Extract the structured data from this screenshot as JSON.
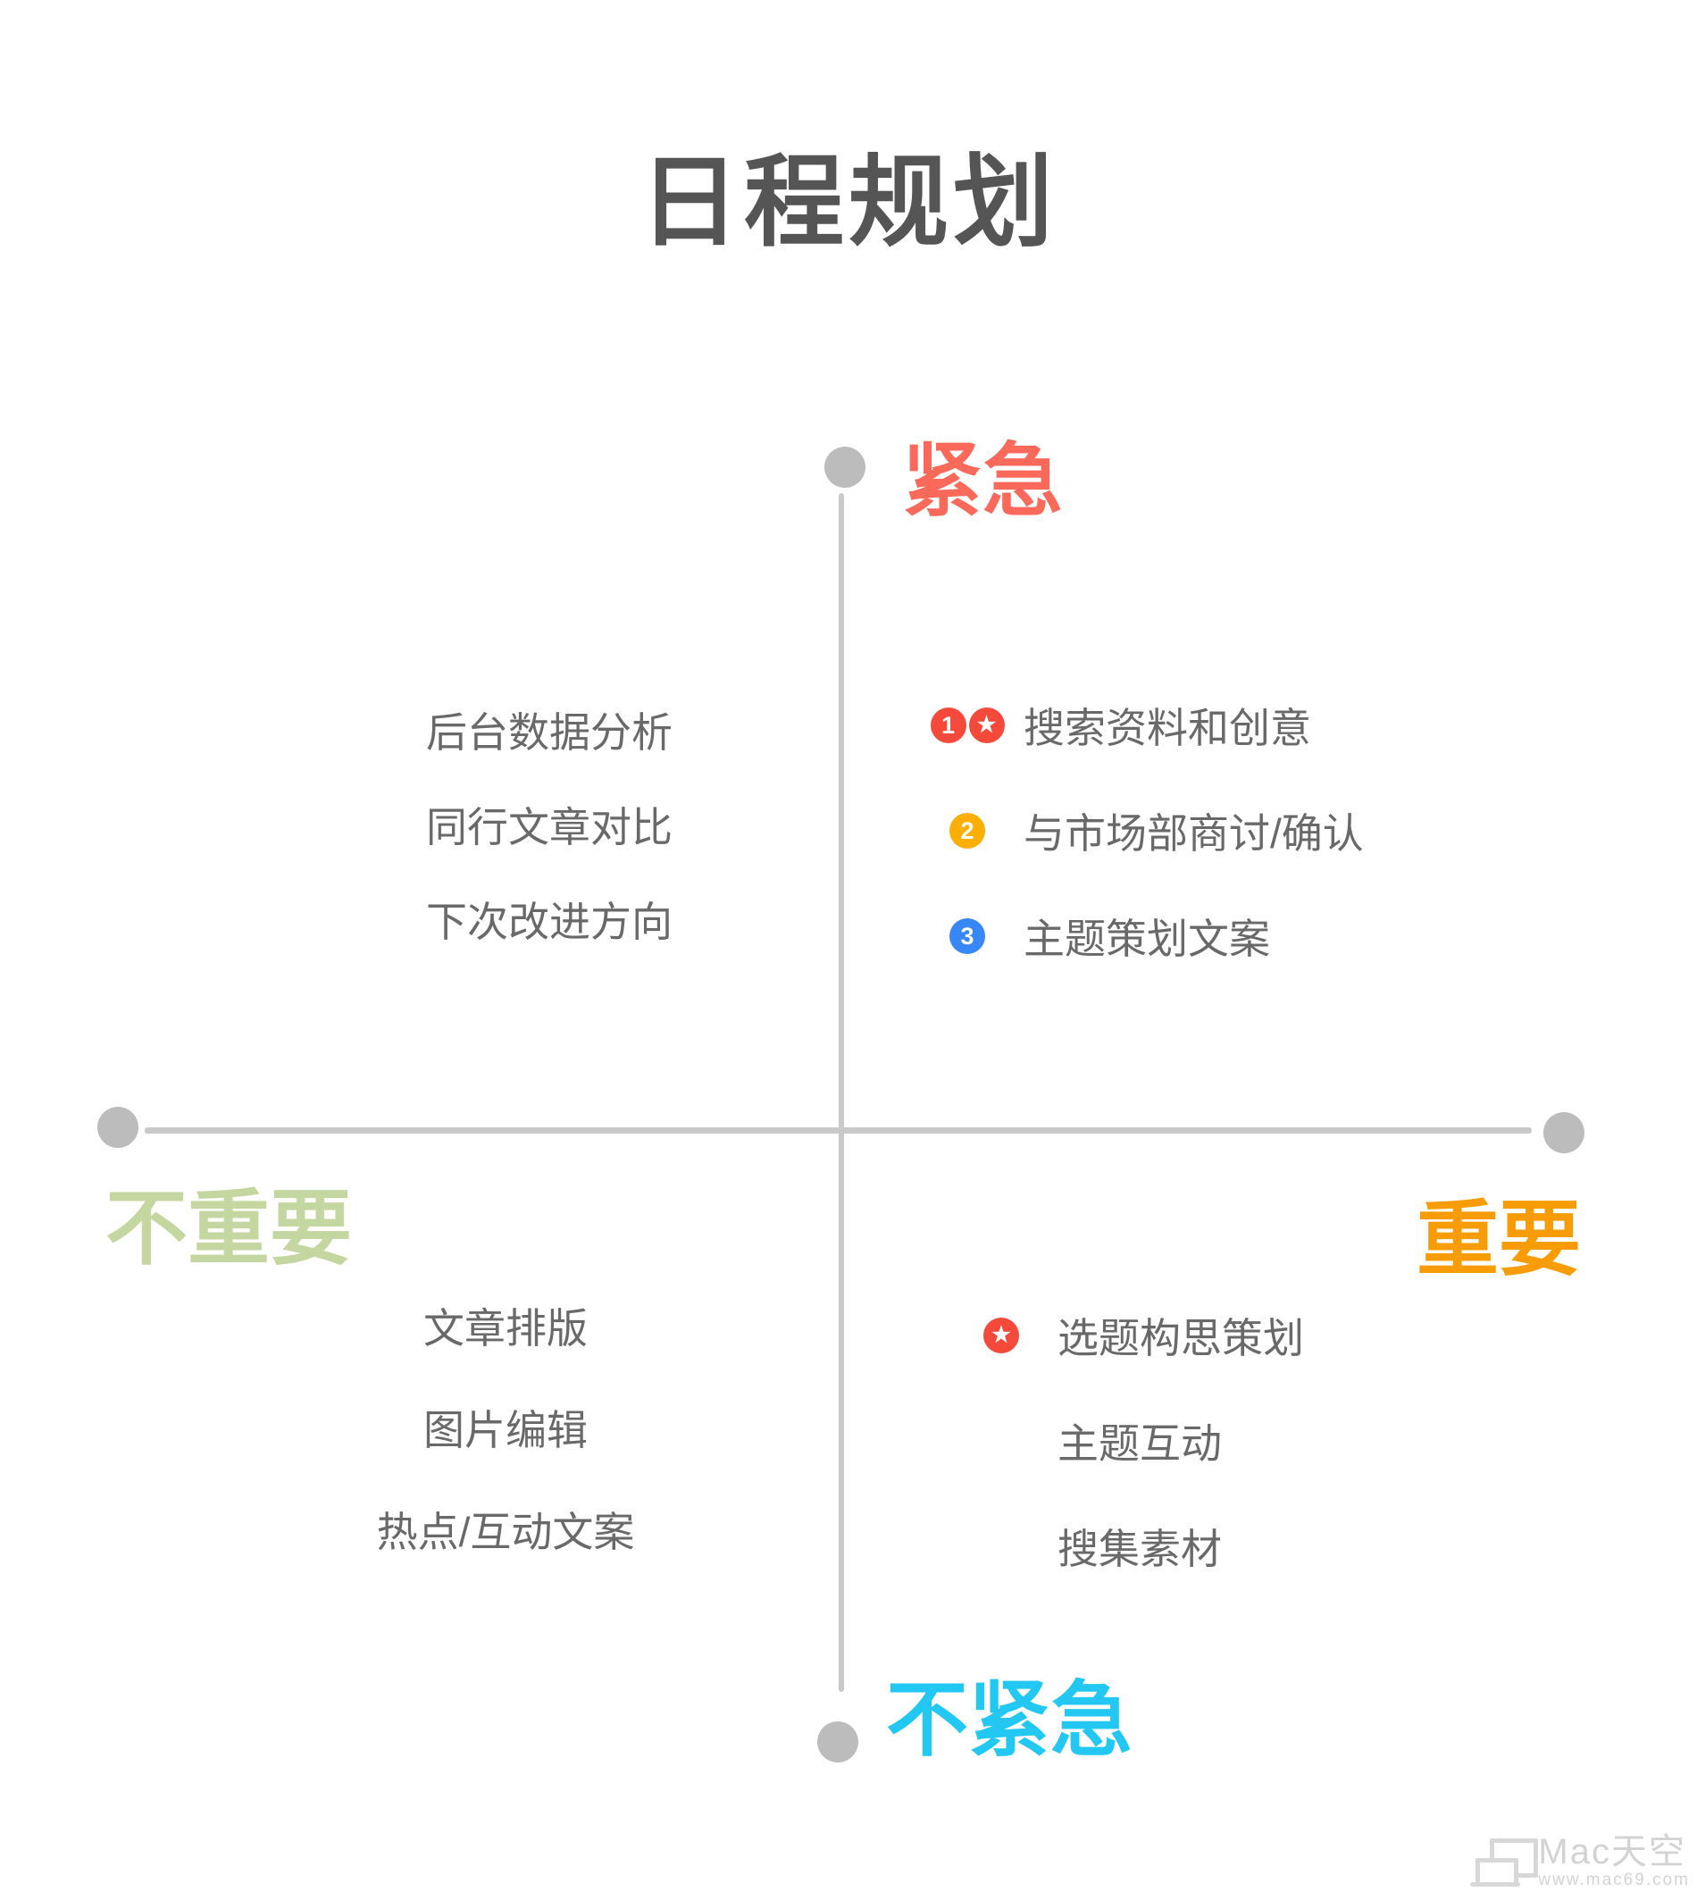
{
  "title": "日程规划",
  "axes": {
    "top": {
      "label": "紧急",
      "color": "#fa695a"
    },
    "bottom": {
      "label": "不紧急",
      "color": "#22c7f2"
    },
    "left": {
      "label": "不重要",
      "color": "#c5d7a1"
    },
    "right": {
      "label": "重要",
      "color": "#f89c06"
    }
  },
  "quadrants": {
    "top_left": {
      "items": [
        {
          "text": "后台数据分析"
        },
        {
          "text": "同行文章对比"
        },
        {
          "text": "下次改进方向"
        }
      ]
    },
    "top_right": {
      "items": [
        {
          "badges": [
            {
              "name": "priority-1-badge",
              "glyph": "1",
              "color": "#f5493c"
            },
            {
              "name": "star-icon",
              "glyph": "★",
              "color": "#f5493c"
            }
          ],
          "text": "搜索资料和创意"
        },
        {
          "badges": [
            {
              "name": "priority-2-badge",
              "glyph": "2",
              "color": "#fbae04"
            }
          ],
          "text": "与市场部商讨/确认"
        },
        {
          "badges": [
            {
              "name": "priority-3-badge",
              "glyph": "3",
              "color": "#3787f6"
            }
          ],
          "text": "主题策划文案"
        }
      ]
    },
    "bottom_left": {
      "items": [
        {
          "text": "文章排版"
        },
        {
          "text": "图片编辑"
        },
        {
          "text": "热点/互动文案"
        }
      ]
    },
    "bottom_right": {
      "items": [
        {
          "badges": [
            {
              "name": "star-icon",
              "glyph": "★",
              "color": "#f5493c"
            }
          ],
          "text": "选题构思策划"
        },
        {
          "badges": [],
          "text": "主题互动"
        },
        {
          "badges": [],
          "text": "搜集素材"
        }
      ]
    }
  },
  "colors": {
    "axis_line": "#c9c9c9",
    "axis_dot": "#bcbcbc",
    "title_text": "#555555",
    "item_text": "#696969",
    "watermark_text": "#d3d3d3"
  },
  "watermark": {
    "brand": "Mac天空",
    "url": "www.mac69.com"
  }
}
